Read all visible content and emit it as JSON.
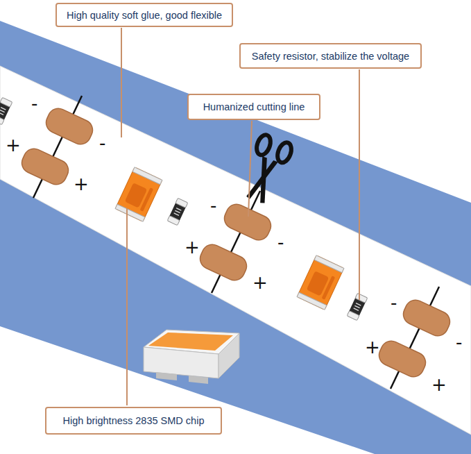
{
  "diagram": {
    "nodes": [
      {
        "text": [
          "High quality soft glue, good flexible"
        ]
      },
      {
        "text": [
          "Safety resistor, stabilize the voltage"
        ]
      },
      {
        "text": [
          "Humanized cutting line"
        ]
      },
      {
        "text": [
          "High brightness 2835 SMD chip"
        ]
      }
    ],
    "labels": [
      "-",
      "+",
      "-",
      "+",
      "-",
      "+",
      "-",
      "+",
      "-",
      "+",
      "-",
      "+"
    ]
  }
}
